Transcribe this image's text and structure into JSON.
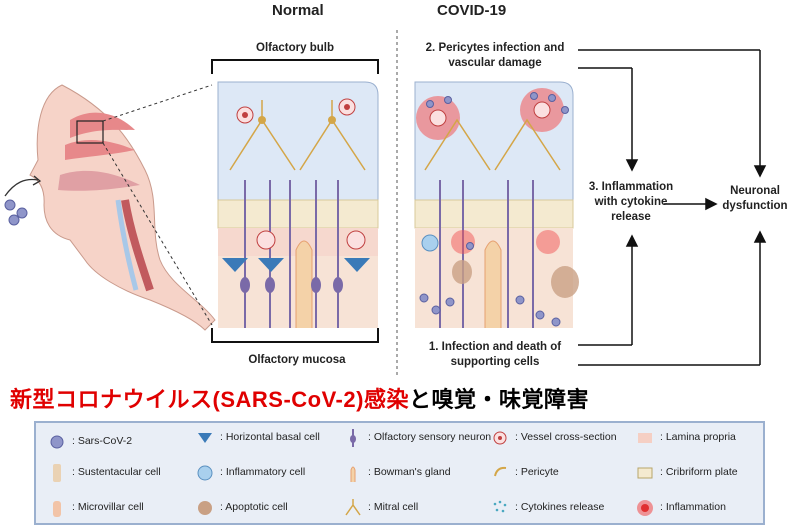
{
  "headers": {
    "normal": "Normal",
    "covid": "COVID-19"
  },
  "labels": {
    "olfactory_bulb": "Olfactory bulb",
    "olfactory_mucosa": "Olfactory mucosa",
    "pericytes": "2. Pericytes infection and vascular damage",
    "inflammation": "3. Inflammation with cytokine release",
    "neuronal": "Neuronal dysfunction",
    "infection": "1. Infection and death of supporting cells"
  },
  "banner": {
    "part1": "新型コロナウイルス(SARS-CoV-2)感染",
    "part2": "と嗅覚・味覚障害",
    "color1": "#e00000",
    "color2": "#000000"
  },
  "legend": [
    {
      "label": ": Sars-CoV-2",
      "icon": "virus-icon"
    },
    {
      "label": ": Horizontal basal cell",
      "icon": "horizontal-basal-cell-icon"
    },
    {
      "label": ": Olfactory sensory neuron",
      "icon": "olfactory-neuron-icon"
    },
    {
      "label": ": Vessel cross-section",
      "icon": "vessel-icon"
    },
    {
      "label": ": Lamina propria",
      "icon": "lamina-propria-icon"
    },
    {
      "label": ": Sustentacular cell",
      "icon": "sustentacular-cell-icon"
    },
    {
      "label": ": Inflammatory cell",
      "icon": "inflammatory-cell-icon"
    },
    {
      "label": ": Bowman's gland",
      "icon": "bowmans-gland-icon"
    },
    {
      "label": ": Pericyte",
      "icon": "pericyte-icon"
    },
    {
      "label": ": Cribriform plate",
      "icon": "cribriform-plate-icon"
    },
    {
      "label": ": Microvillar cell",
      "icon": "microvillar-cell-icon"
    },
    {
      "label": ": Apoptotic cell",
      "icon": "apoptotic-cell-icon"
    },
    {
      "label": ": Mitral cell",
      "icon": "mitral-cell-icon"
    },
    {
      "label": ": Cytokines release",
      "icon": "cytokines-icon"
    },
    {
      "label": ": Inflammation",
      "icon": "inflammation-icon"
    }
  ],
  "colors": {
    "bulb_bg": "#dfe9f7",
    "lamina": "#f6e7dc",
    "cribriform": "#f4ead0",
    "accent_red": "#e03030"
  }
}
